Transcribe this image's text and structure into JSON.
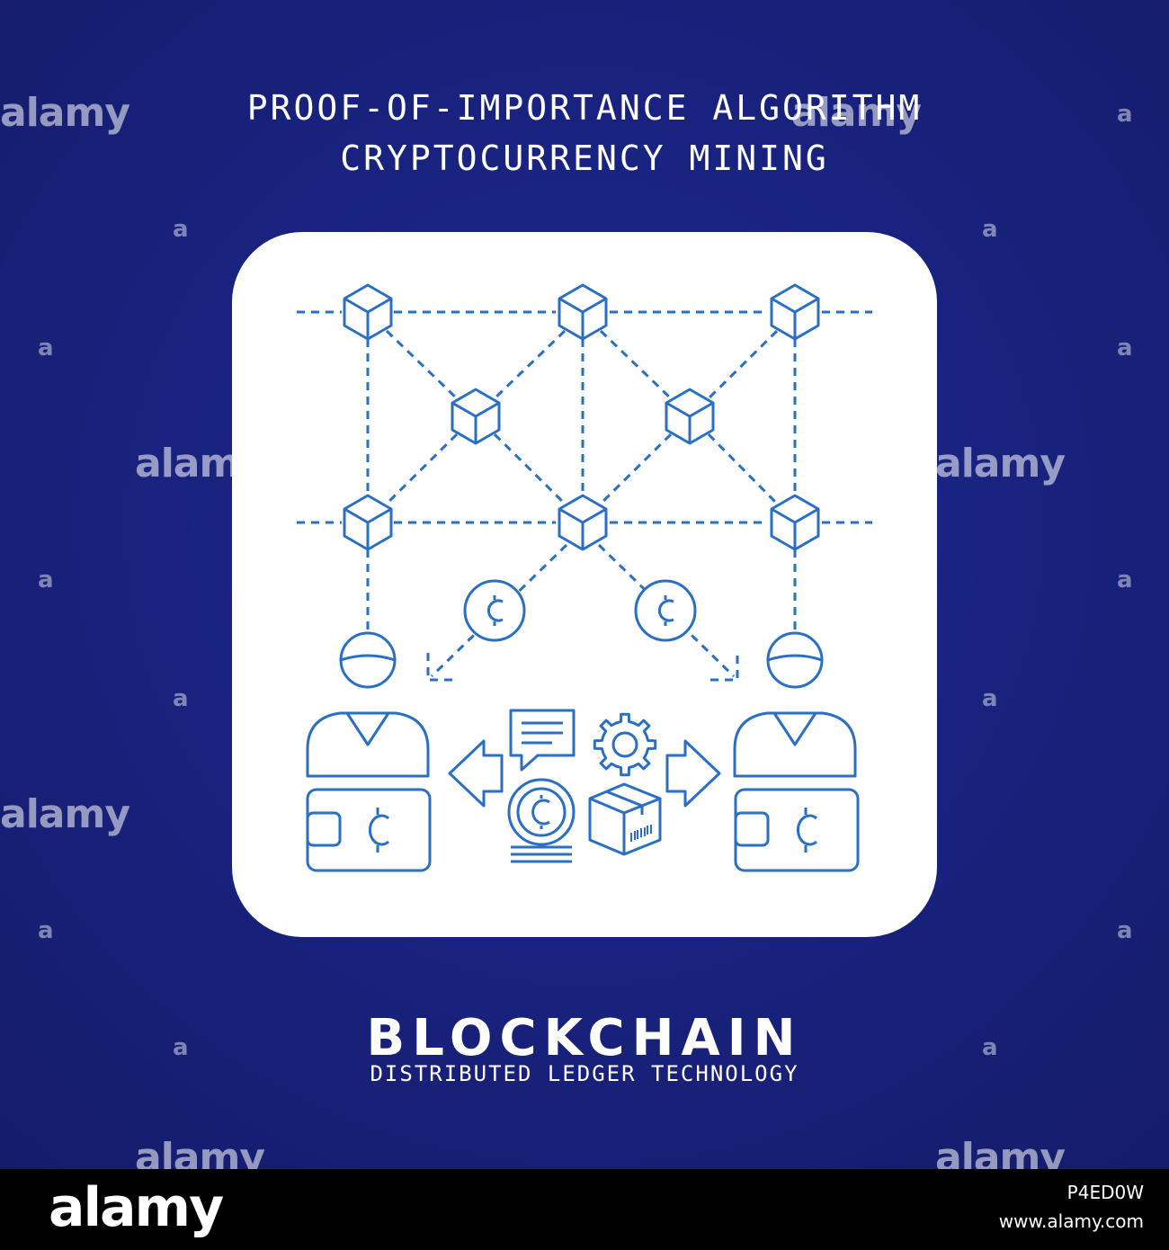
{
  "header": {
    "title_line_1": "PROOF-OF-IMPORTANCE ALGORITHM",
    "title_line_2": "CRYPTOCURRENCY MINING"
  },
  "footer_text": {
    "brand": "BLOCKCHAIN",
    "tagline": "DISTRIBUTED LEDGER TECHNOLOGY"
  },
  "watermark": {
    "word": "alamy",
    "letter": "a"
  },
  "footer_bar": {
    "logo": "alamy",
    "image_id": "P4ED0W",
    "site": "www.alamy.com"
  },
  "colors": {
    "background": "#1a2483",
    "card": "#ffffff",
    "icon_stroke": "#2a6fc4",
    "text": "#ffffff",
    "footer": "#000000"
  },
  "icons": [
    "cube-icon",
    "coin-icon",
    "user-icon",
    "wallet-icon",
    "chat-icon",
    "gear-icon",
    "package-icon",
    "coin-stack-icon",
    "arrow-left-icon",
    "arrow-right-icon"
  ]
}
